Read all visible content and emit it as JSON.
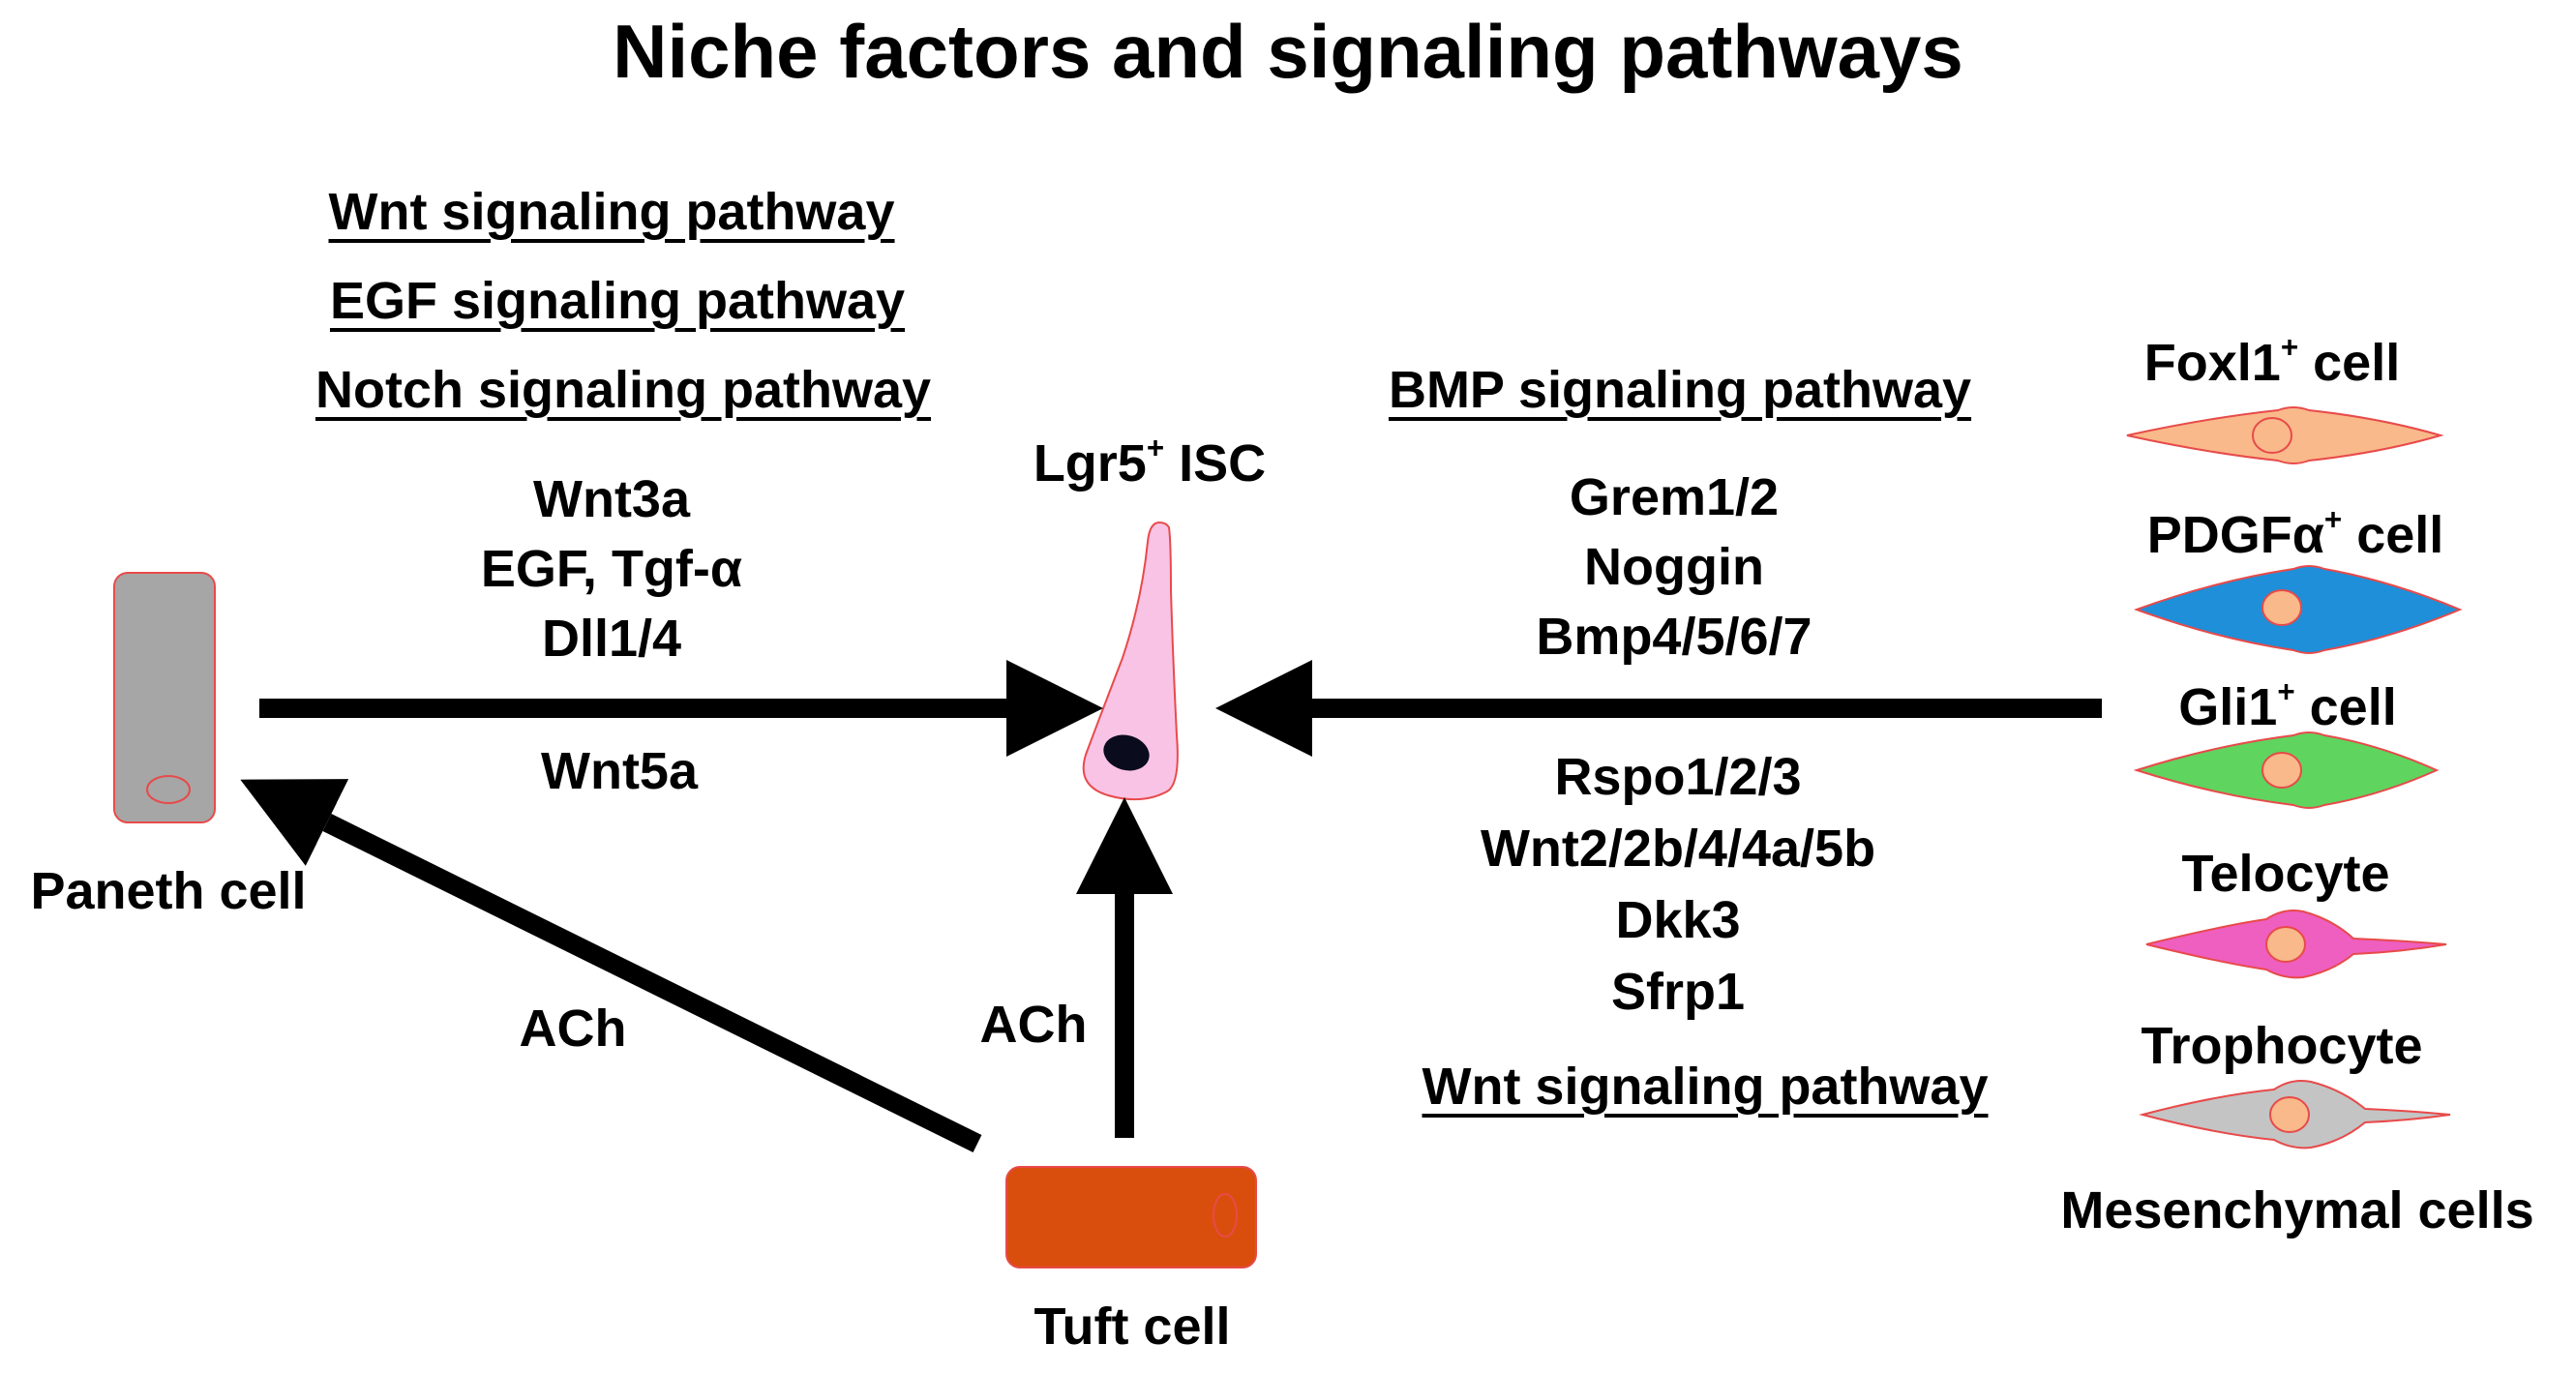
{
  "title": "Niche factors and signaling pathways",
  "left_pathways": [
    "Wnt signaling pathway",
    "EGF signaling pathway",
    "Notch signaling pathway"
  ],
  "left_factors": [
    "Wnt3a",
    "EGF, Tgf-α",
    "Dll1/4"
  ],
  "left_factor_below": "Wnt5a",
  "isc": {
    "label": "Lgr5",
    "sup": "+",
    "suffix": " ISC"
  },
  "paneth_label": "Paneth cell",
  "tuft_label": "Tuft cell",
  "ach_left": "ACh",
  "ach_up": "ACh",
  "right_top_pathway": "BMP signaling pathway",
  "right_top_factors": [
    "Grem1/2",
    "Noggin",
    "Bmp4/5/6/7"
  ],
  "right_bottom_factors": [
    "Rspo1/2/3",
    "Wnt2/2b/4/4a/5b",
    "Dkk3",
    "Sfrp1"
  ],
  "right_bottom_pathway": "Wnt signaling pathway",
  "mesenchymal": {
    "cells": [
      {
        "name": "Foxl1",
        "sup": "+",
        "suffix": " cell",
        "color": "#f9b98a"
      },
      {
        "name": "PDGFα",
        "sup": "+",
        "suffix": " cell",
        "color": "#1e8fd8"
      },
      {
        "name": "Gli1",
        "sup": "+",
        "suffix": " cell",
        "color": "#5fd45f"
      },
      {
        "name": "Telocyte",
        "sup": "",
        "suffix": "",
        "color": "#ee5fc0"
      },
      {
        "name": "Trophocyte",
        "sup": "",
        "suffix": "",
        "color": "#c4c4c4"
      }
    ],
    "group_label": "Mesenchymal cells"
  },
  "colors": {
    "paneth": "#a6a6a6",
    "tuft": "#d94e0d",
    "isc": "#f9c3e6",
    "nucleus": "#0b0b1e",
    "arrow": "#000000"
  }
}
